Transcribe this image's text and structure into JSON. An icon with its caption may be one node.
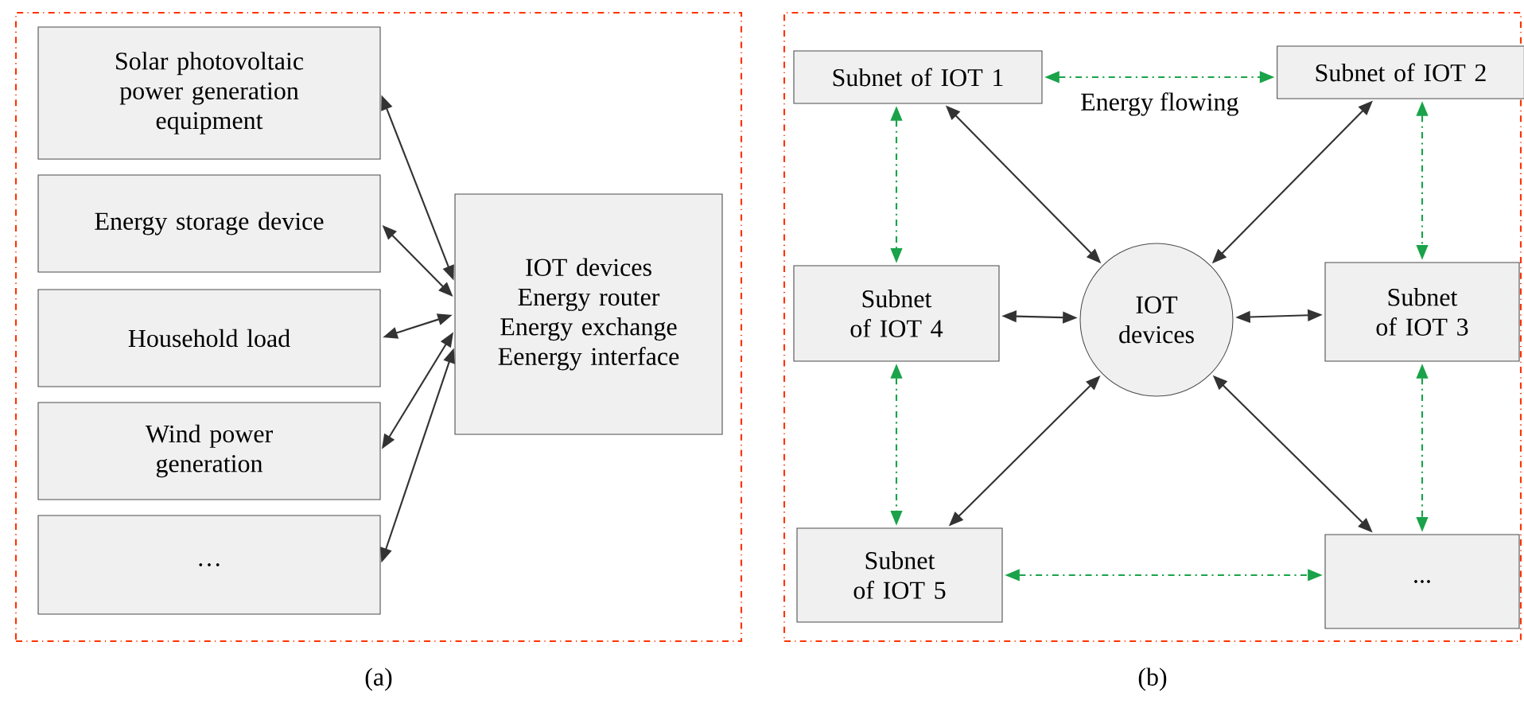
{
  "diagram": {
    "nodes": [
      {
        "text": [],
        "shape": "box",
        "beside": [
          "(a)"
        ]
      },
      {
        "text": [
          "Solar photovoltaic power generation equipment"
        ],
        "in": 0
      },
      {
        "text": [
          "Energy storage device"
        ],
        "in": 0
      },
      {
        "text": [
          "Household load"
        ],
        "in": 0
      },
      {
        "text": [
          "Wind power generation"
        ],
        "in": 0
      },
      {
        "text": [
          "…"
        ],
        "in": 0
      },
      {
        "text": [
          "IOT devices",
          "Energy router",
          "Energy exchange",
          "Eenergy interface"
        ],
        "in": 0
      },
      {
        "text": [],
        "shape": "box",
        "beside": [
          "(b)"
        ]
      },
      {
        "text": [
          "Subnet of IOT 1"
        ],
        "in": 7
      },
      {
        "text": [
          "Subnet of IOT 2"
        ],
        "in": 7
      },
      {
        "text": [
          "Subnet of IOT 4"
        ],
        "in": 7
      },
      {
        "text": [
          "IOT devices"
        ],
        "in": 7
      },
      {
        "text": [
          "Subnet of IOT 3"
        ],
        "in": 7
      },
      {
        "text": [
          "Subnet of IOT 5"
        ],
        "in": 7
      },
      {
        "text": [
          "..."
        ],
        "in": 7
      }
    ],
    "edges": [
      {
        "from": 1,
        "to": 6,
        "arrow": "both"
      },
      {
        "from": 2,
        "to": 6,
        "arrow": "both"
      },
      {
        "from": 3,
        "to": 6,
        "arrow": "both"
      },
      {
        "from": 4,
        "to": 6,
        "arrow": "both"
      },
      {
        "from": 5,
        "to": 6,
        "arrow": "both"
      },
      {
        "from": 8,
        "to": 11,
        "arrow": "both"
      },
      {
        "from": 9,
        "to": 11,
        "arrow": "both"
      },
      {
        "from": 10,
        "to": 11,
        "arrow": "both"
      },
      {
        "from": 12,
        "to": 11,
        "arrow": "both"
      },
      {
        "from": 13,
        "to": 11,
        "arrow": "both"
      },
      {
        "from": 14,
        "to": 11,
        "arrow": "both"
      },
      {
        "from": 8,
        "to": 9,
        "arrow": "both",
        "label": "Energy flowing",
        "style": "dashed",
        "color": "#1aa34a"
      },
      {
        "from": 8,
        "to": 10,
        "arrow": "both",
        "style": "dashed",
        "color": "#1aa34a"
      },
      {
        "from": 9,
        "to": 12,
        "arrow": "both",
        "style": "dashed",
        "color": "#1aa34a"
      },
      {
        "from": 10,
        "to": 13,
        "arrow": "both",
        "style": "dashed",
        "color": "#1aa34a"
      },
      {
        "from": 12,
        "to": 14,
        "arrow": "both",
        "style": "dashed",
        "color": "#1aa34a"
      },
      {
        "from": 13,
        "to": 14,
        "arrow": "both",
        "style": "dashed",
        "color": "#1aa34a"
      }
    ]
  }
}
